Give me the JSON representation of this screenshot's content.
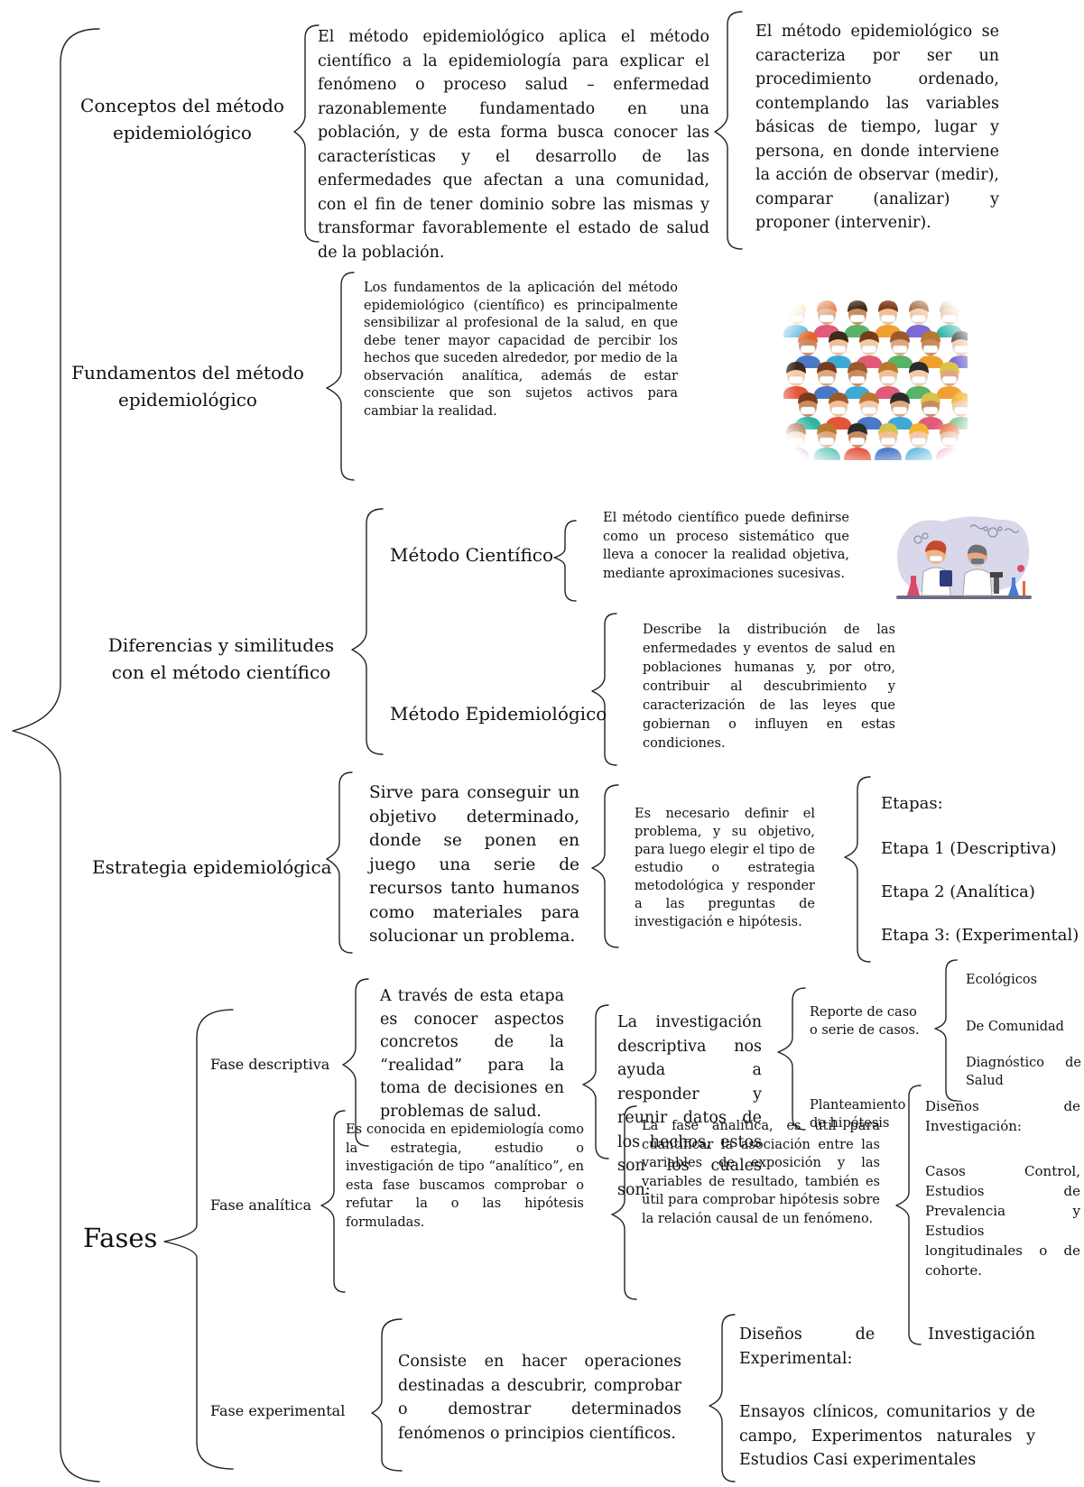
{
  "sections": {
    "conceptos": {
      "label": "Conceptos del método epidemiológico",
      "text1": "El método epidemiológico aplica el método científico a la epidemiología para explicar el fenómeno o proceso salud – enfermedad razonablemente fundamentado en una población, y de esta forma busca conocer las características y el desarrollo de las enfermedades que afectan a una comunidad, con el fin de tener dominio sobre las mismas y transformar favorablemente el estado de salud de la población.",
      "text2": "El método epidemiológico se caracteriza por ser un procedimiento ordenado, contemplando las variables básicas de tiempo, lugar y persona, en donde interviene la acción de observar (medir), comparar (analizar) y proponer (intervenir)."
    },
    "fundamentos": {
      "label": "Fundamentos del método epidemiológico",
      "text": "Los fundamentos de la aplicación del método epidemiológico (científico) es principalmente sensibilizar al profesional de la salud, en que debe tener mayor capacidad de percibir los hechos que suceden alrededor, por medio de la observación analítica, además de estar consciente que son sujetos activos para cambiar la realidad.",
      "image": "masked-crowd-illustration"
    },
    "diferencias": {
      "label": "Diferencias y similitudes con el método científico",
      "cientifico_label": "Método Científico",
      "cientifico_text": "El método científico puede definirse como un proceso sistemático que lleva a conocer la realidad objetiva, mediante aproximaciones sucesivas.",
      "cientifico_image": "laboratory-scientists-illustration",
      "epidemiologico_label": "Método Epidemiológico",
      "epidemiologico_text": "Describe la distribución de las enfermedades y eventos de salud en poblaciones humanas y, por otro, contribuir al descubrimiento y caracterización de las leyes que gobiernan o influyen en estas condiciones."
    },
    "estrategia": {
      "label": "Estrategia epidemiológica",
      "text1": "Sirve para conseguir un objetivo determinado, donde se ponen en juego una serie de recursos tanto humanos como materiales para solucionar un problema.",
      "text2": "Es necesario definir el problema, y su objetivo, para luego elegir el tipo de estudio o estrategia metodológica y responder a las preguntas de investigación e hipótesis.",
      "etapas_title": "Etapas:",
      "etapas": [
        "Etapa 1 (Descriptiva)",
        "Etapa 2 (Analítica)",
        "Etapa 3: (Experimental)"
      ]
    },
    "fases": {
      "label": "Fases",
      "descriptiva": {
        "label": "Fase descriptiva",
        "text1": " A través de esta etapa es conocer aspectos concretos de la “realidad” para la toma de decisiones en problemas de salud.",
        "text2": "La investigación descriptiva nos ayuda a responder y reunir datos de los hechos, estos son los cuales son:",
        "reporte": "Reporte de caso o serie de casos.",
        "reporte_items": [
          "Ecológicos",
          "De Comunidad",
          "Diagnóstico de Salud"
        ],
        "planteamiento": "Planteamiento de hipótesis"
      },
      "analitica": {
        "label": "Fase analítica",
        "text1": "Es conocida en epidemiología como la estrategia, estudio o investigación de tipo “analítico”, en esta fase buscamos comprobar o refutar la o las hipótesis formuladas.",
        "text2": "La fase analítica, es útil para cuantificar la asociación entre las variables de exposición y las variables de resultado, también es útil para comprobar hipótesis sobre la relación causal de un fenómeno.",
        "disenos_title": "Diseños de Investigación:",
        "disenos_text": "Casos Control, Estudios de Prevalencia y Estudios longitudinales o de cohorte."
      },
      "experimental": {
        "label": "Fase experimental",
        "text": " Consiste en hacer operaciones destinadas a descubrir, comprobar o demostrar determinados fenómenos o principios científicos.",
        "disenos_title": "Diseños de Investigación Experimental:",
        "disenos_text": "Ensayos clínicos, comunitarios y de campo, Experimentos naturales y Estudios Casi experimentales"
      }
    }
  }
}
